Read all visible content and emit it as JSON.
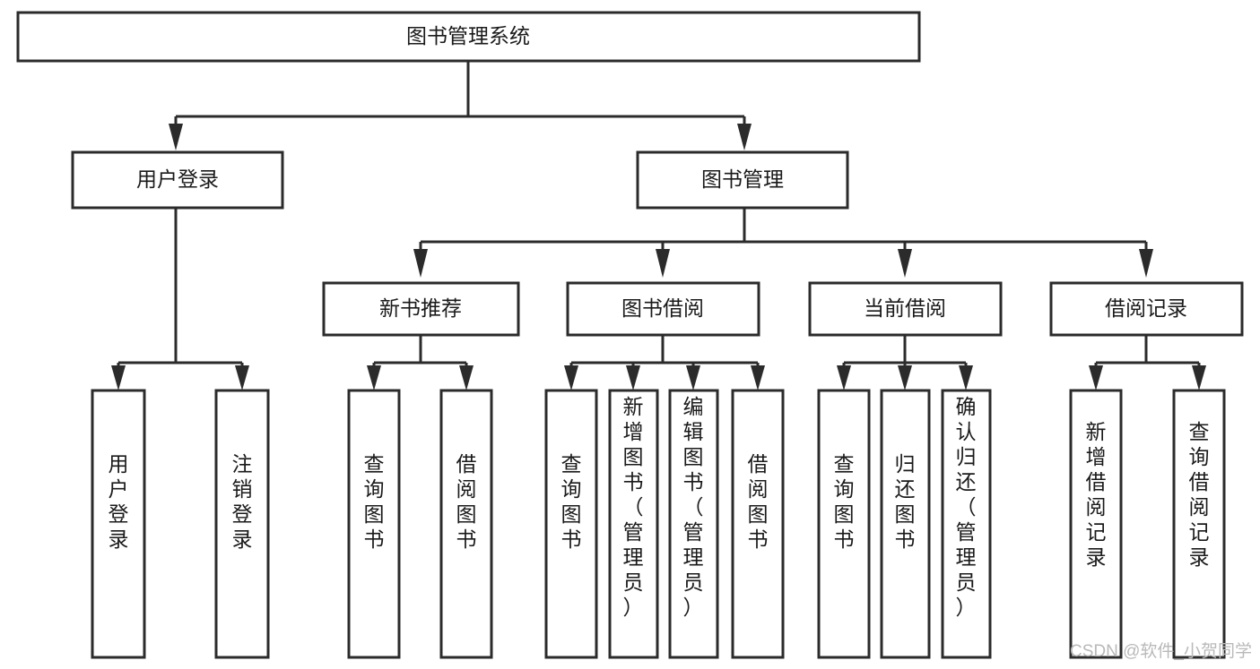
{
  "diagram": {
    "title": "图书管理系统",
    "type": "tree-hierarchy-chart",
    "orientation": "top-down",
    "colors": {
      "box_fill": "#ffffff",
      "box_stroke": "#2b2b2b",
      "connector": "#2b2b2b",
      "text": "#1a1a1a",
      "watermark": "#b9b9b9",
      "background": "#ffffff"
    },
    "levels": {
      "root": "图书管理系统",
      "level2": [
        "用户登录",
        "图书管理"
      ],
      "level3": [
        "新书推荐",
        "图书借阅",
        "当前借阅",
        "借阅记录"
      ],
      "level4_count": 13
    },
    "nodes": {
      "root": {
        "label": "图书管理系统",
        "orientation": "horizontal"
      },
      "user_login": {
        "label": "用户登录",
        "orientation": "horizontal"
      },
      "book_manage": {
        "label": "图书管理",
        "orientation": "horizontal"
      },
      "new_book_rec": {
        "label": "新书推荐",
        "orientation": "horizontal"
      },
      "book_borrow": {
        "label": "图书借阅",
        "orientation": "horizontal"
      },
      "current_borrow": {
        "label": "当前借阅",
        "orientation": "horizontal"
      },
      "borrow_record": {
        "label": "借阅记录",
        "orientation": "horizontal"
      },
      "leaf_user_login": {
        "label": "用户登录",
        "orientation": "vertical"
      },
      "leaf_logout": {
        "label": "注销登录",
        "orientation": "vertical"
      },
      "leaf_query_book_a": {
        "label": "查询图书",
        "orientation": "vertical"
      },
      "leaf_borrow_book_a": {
        "label": "借阅图书",
        "orientation": "vertical"
      },
      "leaf_query_book_b": {
        "label": "查询图书",
        "orientation": "vertical"
      },
      "leaf_add_book": {
        "label": "新增图书（管理员）",
        "orientation": "vertical"
      },
      "leaf_edit_book": {
        "label": "编辑图书（管理员）",
        "orientation": "vertical"
      },
      "leaf_borrow_book_b": {
        "label": "借阅图书",
        "orientation": "vertical"
      },
      "leaf_query_book_c": {
        "label": "查询图书",
        "orientation": "vertical"
      },
      "leaf_return_book": {
        "label": "归还图书",
        "orientation": "vertical"
      },
      "leaf_confirm_return": {
        "label": "确认归还（管理员）",
        "orientation": "vertical"
      },
      "leaf_add_record": {
        "label": "新增借阅记录",
        "orientation": "vertical"
      },
      "leaf_query_record": {
        "label": "查询借阅记录",
        "orientation": "vertical"
      }
    }
  },
  "watermark": {
    "text": "CSDN @软件_小贺同学"
  }
}
